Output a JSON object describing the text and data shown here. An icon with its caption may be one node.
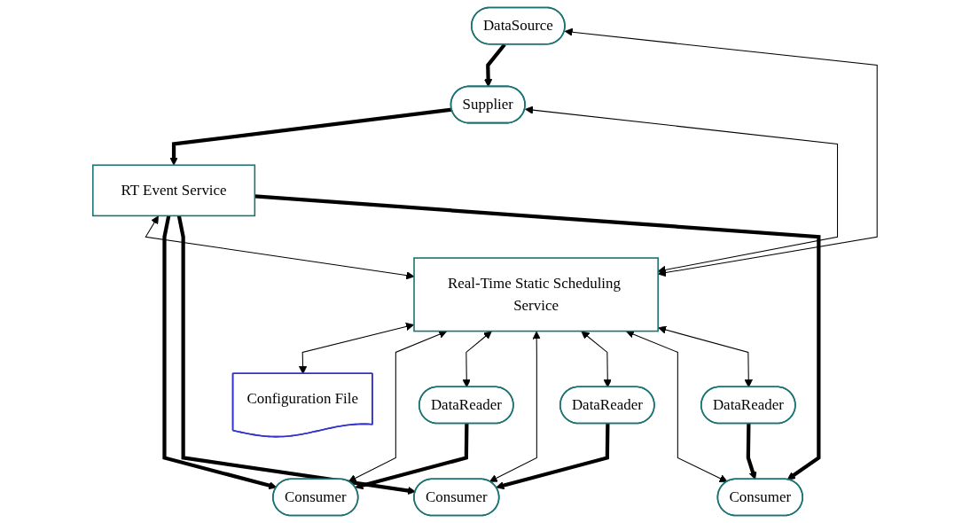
{
  "diagram": {
    "nodes": [
      {
        "text": [
          "DataSource"
        ]
      },
      {
        "text": [
          "Supplier"
        ]
      },
      {
        "text": [
          "RT Event Service"
        ]
      },
      {
        "text": [
          "Real-Time Static Scheduling Service"
        ]
      },
      {
        "text": [
          "Configuration File"
        ]
      },
      {
        "text": [
          "Consumer"
        ]
      },
      {
        "text": [
          "Consumer"
        ]
      },
      {
        "text": [
          "Consumer"
        ]
      },
      {
        "text": [
          "DataReader"
        ]
      },
      {
        "text": [
          "DataReader"
        ]
      },
      {
        "text": [
          "DataReader"
        ]
      }
    ],
    "edges": [
      {
        "from": 0,
        "to": 1,
        "arrow": "to",
        "style": "thick"
      },
      {
        "from": 0,
        "to": 3,
        "arrow": "both"
      },
      {
        "from": 1,
        "to": 2,
        "arrow": "to",
        "style": "thick"
      },
      {
        "from": 1,
        "to": 3,
        "arrow": "both"
      },
      {
        "from": 2,
        "to": 3,
        "arrow": "both"
      },
      {
        "from": 3,
        "to": 4,
        "arrow": "both"
      },
      {
        "from": 2,
        "to": 5,
        "arrow": "to",
        "style": "thick"
      },
      {
        "from": 2,
        "to": 6,
        "arrow": "to",
        "style": "thick"
      },
      {
        "from": 2,
        "to": 7,
        "arrow": "to",
        "style": "thick"
      },
      {
        "from": 3,
        "to": 5,
        "arrow": "both"
      },
      {
        "from": 3,
        "to": 8,
        "arrow": "both"
      },
      {
        "from": 3,
        "to": 6,
        "arrow": "both"
      },
      {
        "from": 3,
        "to": 9,
        "arrow": "both"
      },
      {
        "from": 3,
        "to": 7,
        "arrow": "both"
      },
      {
        "from": 3,
        "to": 10,
        "arrow": "both"
      },
      {
        "from": 8,
        "to": 5,
        "arrow": "to",
        "style": "thick"
      },
      {
        "from": 9,
        "to": 6,
        "arrow": "to",
        "style": "thick"
      },
      {
        "from": 10,
        "to": 7,
        "arrow": "to",
        "style": "thick"
      }
    ]
  }
}
